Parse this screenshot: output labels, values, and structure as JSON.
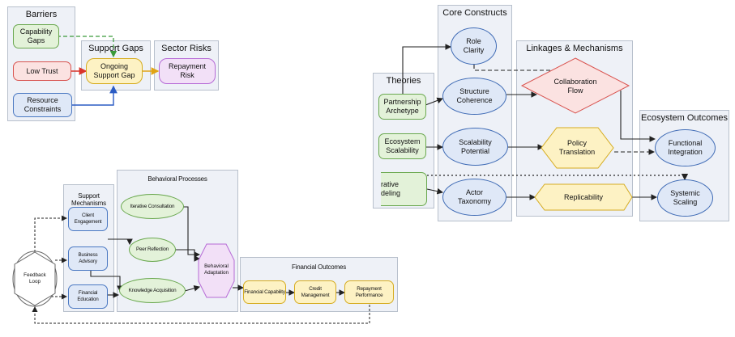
{
  "left_top": {
    "groups": {
      "barriers": "Barriers",
      "support_gaps": "Support Gaps",
      "sector_risks": "Sector Risks"
    },
    "nodes": {
      "capability_gaps": "Capability Gaps",
      "low_trust": "Low Trust",
      "resource_constraints": "Resource Constraints",
      "ongoing_support_gap": "Ongoing Support Gap",
      "repayment_risk": "Repayment Risk"
    }
  },
  "left_bottom": {
    "groups": {
      "support_mechanisms": "Support Mechanisms",
      "behavioral_processes": "Behavioral Processes",
      "financial_outcomes": "Financial Outcomes"
    },
    "nodes": {
      "feedback_loop": "Feedback Loop",
      "client_engagement": "Client Engagement",
      "business_advisory": "Business Advisory",
      "financial_education": "Financial Education",
      "iterative_consultation": "Iterative Consultation",
      "peer_reflection": "Peer Reflection",
      "knowledge_acquisition": "Knowledge Acquisition",
      "behavioral_adaptation": "Behavioral Adaptation",
      "financial_capability": "Financial Capability",
      "credit_management": "Credit Management",
      "repayment_performance": "Repayment Performance"
    }
  },
  "right": {
    "groups": {
      "theories": "Theories",
      "core_constructs": "Core Constructs",
      "linkages": "Linkages & Mechanisms",
      "ecosystem_outcomes": "Ecosystem Outcomes"
    },
    "nodes": {
      "partnership_archetype": "Partnership Archetype",
      "ecosystem_scalability": "Ecosystem Scalability",
      "iterative_modeling": "rative\ndeling",
      "role_clarity": "Role Clarity",
      "structure_coherence": "Structure Coherence",
      "scalability_potential": "Scalability Potential",
      "actor_taxonomy": "Actor Taxonomy",
      "collaboration_flow": "Collaboration Flow",
      "policy_translation": "Policy Translation",
      "replicability": "Replicability",
      "functional_integration": "Functional Integration",
      "systemic_scaling": "Systemic Scaling"
    }
  }
}
